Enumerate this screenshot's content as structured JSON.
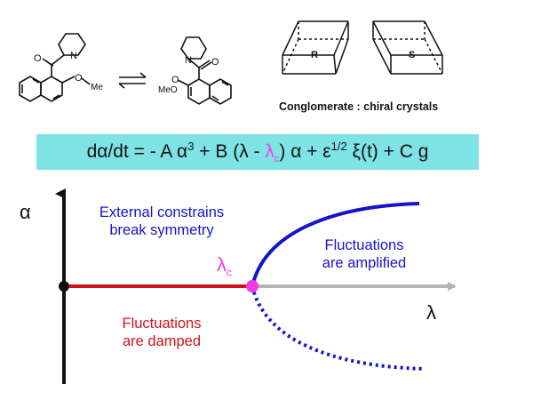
{
  "top": {
    "molecule_left": {
      "atom_n": "N",
      "atom_o_carbonyl": "O",
      "atom_o_ether": "O",
      "methyl": "Me"
    },
    "molecule_right": {
      "atom_n": "N",
      "atom_o_carbonyl": "O",
      "atom_o_ether": "O",
      "methyl": "MeO"
    },
    "crystal_left_label": "R",
    "crystal_right_label": "S",
    "conglomerate_caption": "Conglomerate : chiral crystals"
  },
  "equation": {
    "part1": "dα/dt = - A α",
    "exp3": "3",
    "part2": " + B (λ - ",
    "lambda_c": "λ",
    "lambda_c_sub": "c",
    "part3": ") α + ε",
    "exp_half": "1/2",
    "part4": " ξ(t) + C g"
  },
  "diagram": {
    "y_axis_label": "α",
    "x_axis_label": "λ",
    "critical_label": "λ",
    "critical_label_sub": "c",
    "external_text": [
      "External constrains",
      "break symmetry"
    ],
    "amplified_text": [
      "Fluctuations",
      "are amplified"
    ],
    "damped_text": [
      "Fluctuations",
      "are damped"
    ]
  },
  "colors": {
    "equation_bg": "#7fe3e6",
    "blue_branch": "#1515c8",
    "red_branch": "#d0141e",
    "critical_point": "#f23be6",
    "x_axis_gray": "#b4b4b4"
  }
}
